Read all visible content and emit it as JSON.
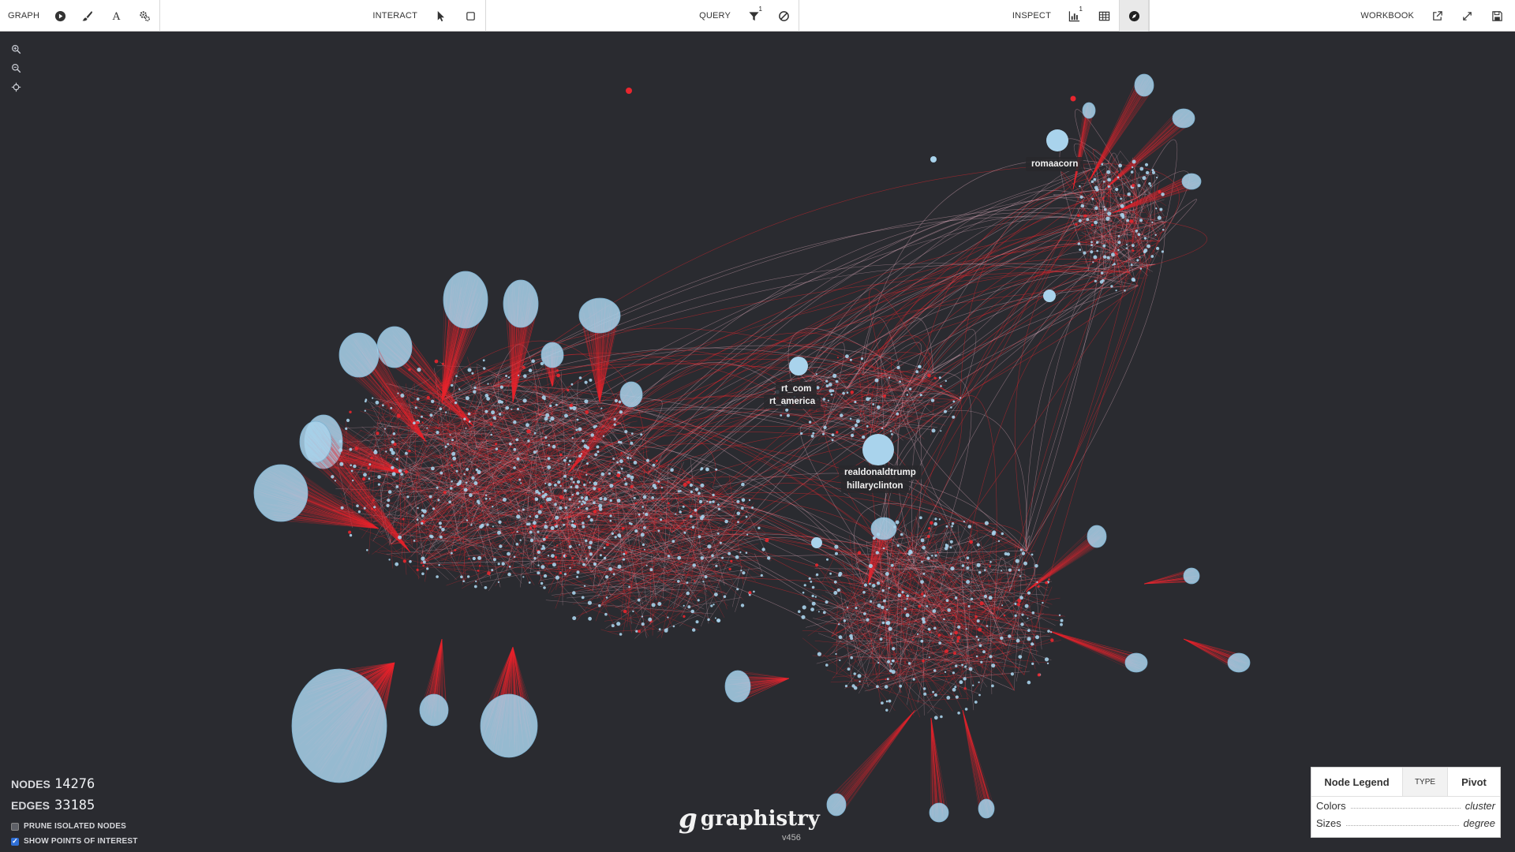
{
  "toolbar": {
    "graph_label": "GRAPH",
    "interact_label": "INTERACT",
    "query_label": "QUERY",
    "query_badge": "1",
    "inspect_label": "INSPECT",
    "inspect_badge": "1",
    "workbook_label": "WORKBOOK",
    "icons": {
      "graph": [
        "play-icon",
        "brush-icon",
        "text-icon",
        "settings-icon"
      ],
      "interact": [
        "pointer-icon",
        "select-box-icon"
      ],
      "query": [
        "filter-icon",
        "exclude-icon"
      ],
      "inspect": [
        "histogram-icon",
        "table-icon",
        "compass-icon"
      ],
      "workbook": [
        "external-link-icon",
        "fullscreen-icon",
        "save-icon"
      ]
    }
  },
  "zoom_controls": [
    "zoom-in-icon",
    "zoom-out-icon",
    "center-icon"
  ],
  "points_of_interest": [
    "romaacorn",
    "rt_com",
    "rt_america",
    "realdonaldtrump",
    "hillaryclinton"
  ],
  "stats": {
    "nodes_label": "NODES",
    "nodes_value": "14276",
    "edges_label": "EDGES",
    "edges_value": "33185",
    "prune_label": "PRUNE ISOLATED NODES",
    "prune_checked": false,
    "poi_label": "SHOW POINTS OF INTEREST",
    "poi_checked": true
  },
  "brand": {
    "name": "graphistry",
    "version": "v456"
  },
  "legend": {
    "title": "Node Legend",
    "type_tab": "TYPE",
    "pivot_tab": "Pivot",
    "rows": [
      {
        "key": "Colors",
        "value": "cluster"
      },
      {
        "key": "Sizes",
        "value": "degree"
      }
    ]
  },
  "colors": {
    "background": "#2a2b30",
    "node": "#a9d3ec",
    "edge_red": "#e8262e",
    "edge_light": "#d9a8b8"
  }
}
